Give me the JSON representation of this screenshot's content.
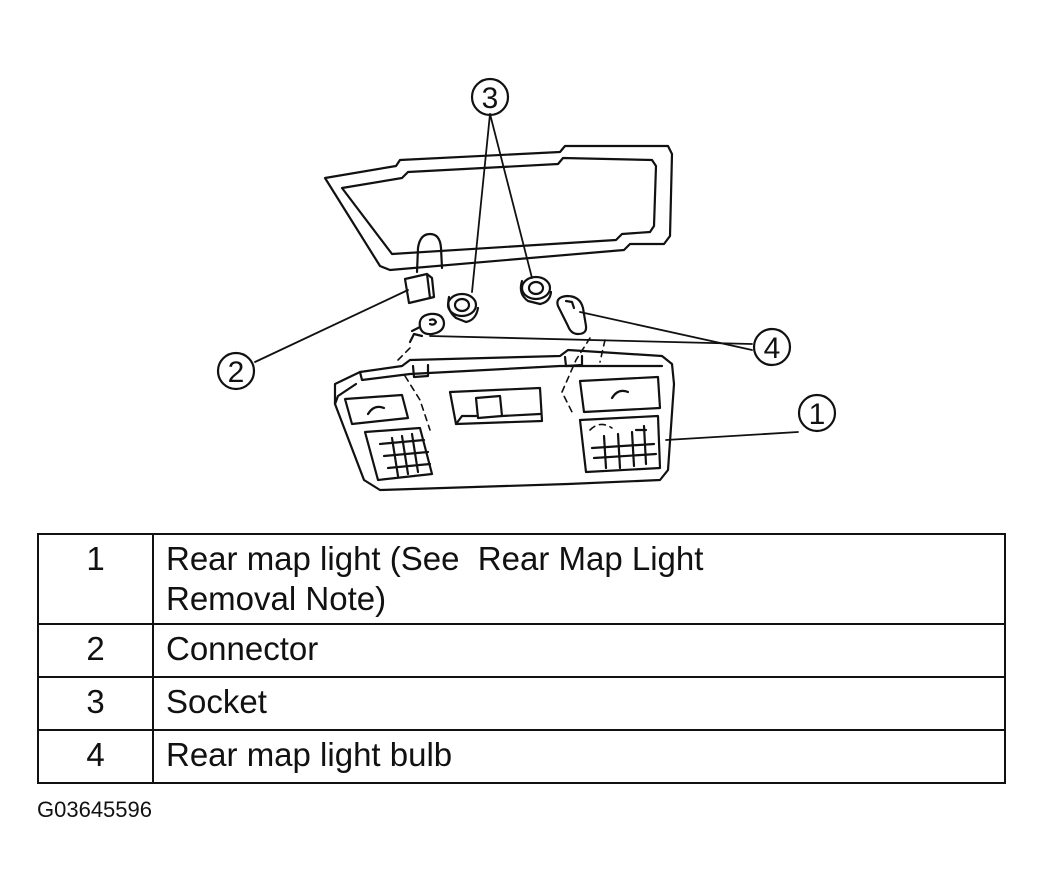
{
  "diagram": {
    "callouts": [
      "1",
      "2",
      "3",
      "4"
    ]
  },
  "legend": {
    "rows": [
      {
        "number": "1",
        "description": "Rear map light (See  Rear Map Light",
        "description_cont": "Removal Note)"
      },
      {
        "number": "2",
        "description": "Connector"
      },
      {
        "number": "3",
        "description": "Socket"
      },
      {
        "number": "4",
        "description": "Rear map light bulb"
      }
    ]
  },
  "figure_id": "G03645596"
}
